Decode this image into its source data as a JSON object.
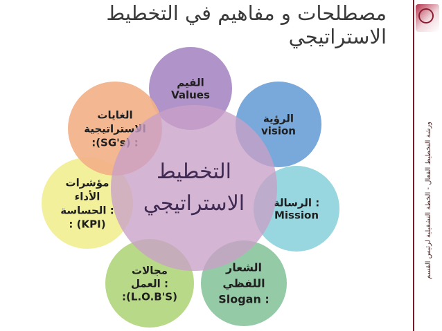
{
  "title": {
    "line1": "مصطلحات و مفاهيم في التخطيط",
    "line2": "الاستراتيجي"
  },
  "sidebar": {
    "vertical_text": "ورشة التخطيط الفعال - الخطة التشغيلية لرئيس القسم"
  },
  "diagram": {
    "center": {
      "line1": "التخطيط",
      "line2": "الاستراتيجي",
      "color": "#c9a0c8"
    },
    "nodes": [
      {
        "key": "values",
        "lines": [
          "القيم",
          "Values"
        ],
        "color": "#a98bc4"
      },
      {
        "key": "vision",
        "lines": [
          "الرؤية",
          "vision"
        ],
        "color": "#6ea1d8"
      },
      {
        "key": "mission",
        "lines": [
          "الرسالة :",
          "Mission"
        ],
        "color": "#8fd4dc"
      },
      {
        "key": "slogan",
        "lines": [
          "الشعار",
          "اللفظي",
          "Slogan :"
        ],
        "color": "#8cc6a0"
      },
      {
        "key": "lobs",
        "lines": [
          "مجالات",
          "العمل :",
          ":(L.O.B'S)"
        ],
        "color": "#b2d67e"
      },
      {
        "key": "kpi",
        "lines": [
          "مؤشرات",
          "الأداء",
          "الحساسة  :",
          ": (KPI)"
        ],
        "color": "#f1ef93"
      },
      {
        "key": "sgs",
        "lines": [
          "الغايات",
          "الاستراتيجية",
          ":(SG's) :"
        ],
        "color": "#f2b188"
      }
    ]
  }
}
